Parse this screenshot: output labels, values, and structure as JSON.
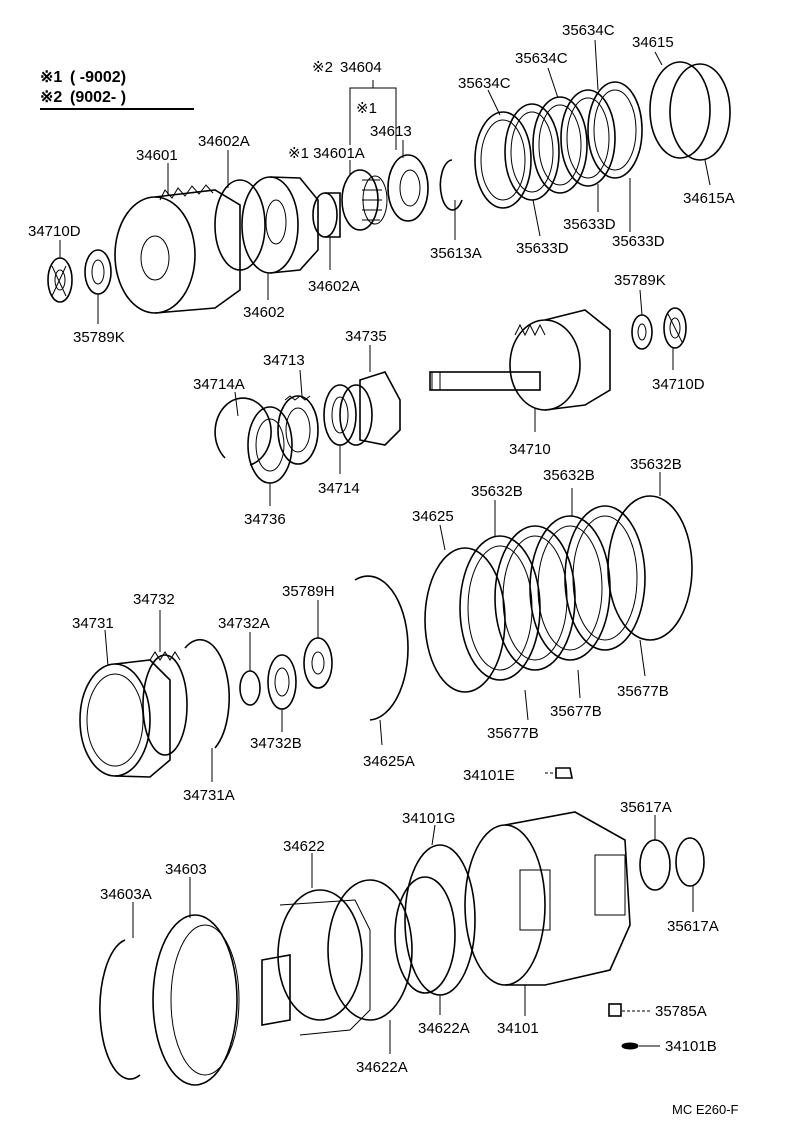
{
  "legend": {
    "line1": {
      "mark": "※1",
      "range": "(      -9002)"
    },
    "line2": {
      "mark": "※2",
      "range": "(9002-      )"
    }
  },
  "group_label": {
    "mark": "※2",
    "number": "34604"
  },
  "sub_group_label": {
    "mark": "※1"
  },
  "parts": [
    {
      "id": "p34601",
      "text": "34601"
    },
    {
      "id": "p34602A_top",
      "text": "34602A"
    },
    {
      "id": "p34601A",
      "text": "※1 34601A"
    },
    {
      "id": "p34613",
      "text": "34613"
    },
    {
      "id": "p35634C_a",
      "text": "35634C"
    },
    {
      "id": "p35634C_b",
      "text": "35634C"
    },
    {
      "id": "p35634C_c",
      "text": "35634C"
    },
    {
      "id": "p34615",
      "text": "34615"
    },
    {
      "id": "p34710D_left",
      "text": "34710D"
    },
    {
      "id": "p35789K_left",
      "text": "35789K"
    },
    {
      "id": "p34602",
      "text": "34602"
    },
    {
      "id": "p34602A_bot",
      "text": "34602A"
    },
    {
      "id": "p35613A",
      "text": "35613A"
    },
    {
      "id": "p35633D_a",
      "text": "35633D"
    },
    {
      "id": "p35633D_b",
      "text": "35633D"
    },
    {
      "id": "p35633D_c",
      "text": "35633D"
    },
    {
      "id": "p34615A",
      "text": "34615A"
    },
    {
      "id": "p34735",
      "text": "34735"
    },
    {
      "id": "p34713",
      "text": "34713"
    },
    {
      "id": "p34714A",
      "text": "34714A"
    },
    {
      "id": "p35789K_right",
      "text": "35789K"
    },
    {
      "id": "p34710D_right",
      "text": "34710D"
    },
    {
      "id": "p34710",
      "text": "34710"
    },
    {
      "id": "p34714",
      "text": "34714"
    },
    {
      "id": "p34736",
      "text": "34736"
    },
    {
      "id": "p35632B_a",
      "text": "35632B"
    },
    {
      "id": "p35632B_b",
      "text": "35632B"
    },
    {
      "id": "p35632B_c",
      "text": "35632B"
    },
    {
      "id": "p34625",
      "text": "34625"
    },
    {
      "id": "p34732",
      "text": "34732"
    },
    {
      "id": "p35789H",
      "text": "35789H"
    },
    {
      "id": "p34731",
      "text": "34731"
    },
    {
      "id": "p34732A",
      "text": "34732A"
    },
    {
      "id": "p35677B_a",
      "text": "35677B"
    },
    {
      "id": "p35677B_b",
      "text": "35677B"
    },
    {
      "id": "p35677B_c",
      "text": "35677B"
    },
    {
      "id": "p34732B",
      "text": "34732B"
    },
    {
      "id": "p34625A",
      "text": "34625A"
    },
    {
      "id": "p34731A",
      "text": "34731A"
    },
    {
      "id": "p34101E",
      "text": "34101E"
    },
    {
      "id": "p34101G",
      "text": "34101G"
    },
    {
      "id": "p35617A_top",
      "text": "35617A"
    },
    {
      "id": "p34622",
      "text": "34622"
    },
    {
      "id": "p34603",
      "text": "34603"
    },
    {
      "id": "p34603A",
      "text": "34603A"
    },
    {
      "id": "p35617A_bot",
      "text": "35617A"
    },
    {
      "id": "p35785A",
      "text": "35785A"
    },
    {
      "id": "p34622A_right",
      "text": "34622A"
    },
    {
      "id": "p34101",
      "text": "34101"
    },
    {
      "id": "p34101B",
      "text": "34101B"
    },
    {
      "id": "p34622A_left",
      "text": "34622A"
    }
  ],
  "footer": {
    "code": "MC  E260-F"
  }
}
